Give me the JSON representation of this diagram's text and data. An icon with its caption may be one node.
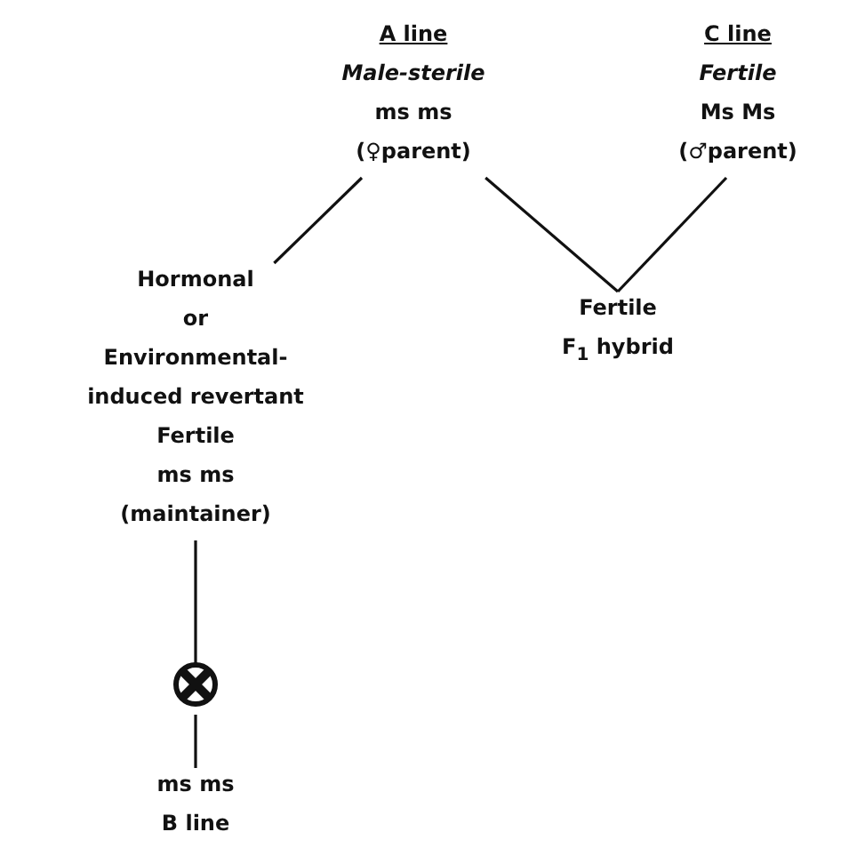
{
  "diagram": {
    "nodes": [
      {
        "text": [
          "A line",
          "Male-sterile",
          "ms ms",
          "(♀parent)"
        ]
      },
      {
        "text": [
          "C line",
          "Fertile",
          "Ms Ms",
          "(♂parent)"
        ]
      },
      {
        "text": [
          "Fertile",
          "F$_{1}$ hybrid"
        ]
      },
      {
        "text": [
          "Hormonal",
          "or",
          "Environmental-induced revertant",
          "Fertile",
          "ms ms",
          "(maintainer)"
        ]
      },
      {
        "text": [],
        "shape": "circle"
      },
      {
        "text": [
          "ms ms",
          "B line"
        ]
      }
    ],
    "edges": [
      {
        "from": 0,
        "to": 3,
        "arrow": "none"
      },
      {
        "from": 0,
        "to": 2,
        "arrow": "none"
      },
      {
        "from": 1,
        "to": 2,
        "arrow": "none"
      },
      {
        "from": 3,
        "to": 4,
        "arrow": "none"
      },
      {
        "from": 4,
        "to": 5,
        "arrow": "none"
      }
    ]
  }
}
